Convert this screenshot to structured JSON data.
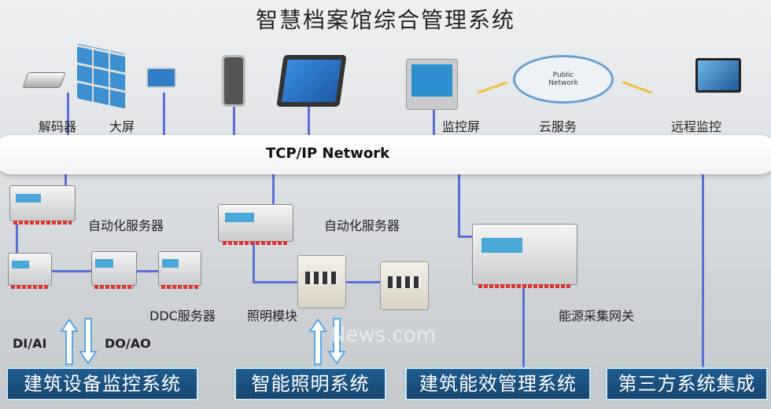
{
  "title": "智慧档案馆综合管理系统",
  "network": "TCP/IP Network",
  "cloud_text": [
    "Public",
    "Network"
  ],
  "top_labels": {
    "decoder": "解码器",
    "big_screen": "大屏",
    "monitor_screen": "监控屏",
    "cloud": "云服务",
    "remote": "远程监控"
  },
  "mid_labels": {
    "auto_server_1": "自动化服务器",
    "auto_server_2": "自动化服务器",
    "ddc": "DDC服务器",
    "lighting": "照明模块",
    "energy": "能源采集网关",
    "di_ai": "DI/AI",
    "do_ao": "DO/AO"
  },
  "watermark": "News.com",
  "systems": [
    "建筑设备监控系统",
    "智能照明系统",
    "建筑能效管理系统",
    "第三方系统集成"
  ],
  "colors": {
    "line": "#5b6fd6",
    "system_box": "#1f5c8f",
    "arrow": "#5aa8e8"
  }
}
